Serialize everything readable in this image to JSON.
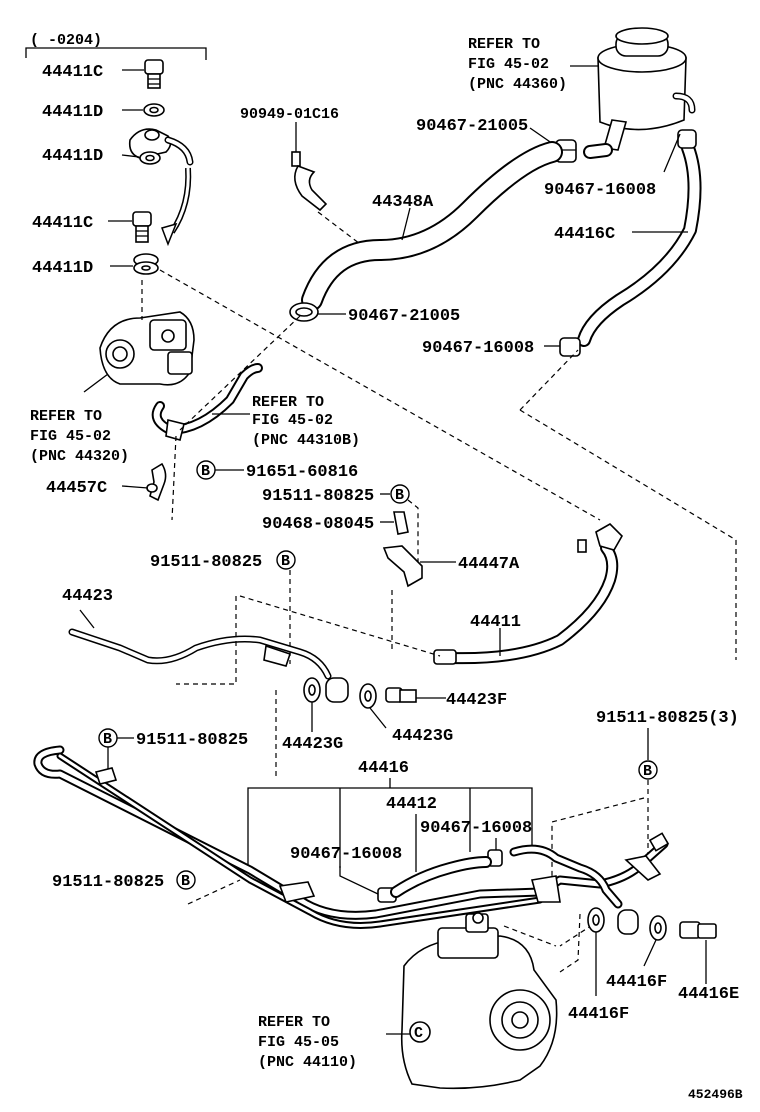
{
  "labels": {
    "date_range": "(   -0204)",
    "p44411C_a": "44411C",
    "p44411D_a": "44411D",
    "p44411D_b": "44411D",
    "p44411C_b": "44411C",
    "p44411D_c": "44411D",
    "refer_reservoir_1": "REFER TO",
    "refer_reservoir_2": "FIG 45-02",
    "refer_reservoir_3": "(PNC 44360)",
    "p90949": "90949-01C16",
    "p90467_21005_a": "90467-21005",
    "p90467_16008_a": "90467-16008",
    "p44348A": "44348A",
    "p44416C": "44416C",
    "p90467_21005_b": "90467-21005",
    "p90467_16008_b": "90467-16008",
    "refer_pump_1": "REFER TO",
    "refer_pump_2": "FIG 45-02",
    "refer_pump_3": "(PNC 44320)",
    "refer_pipe_1": "REFER TO",
    "refer_pipe_2": "FIG 45-02",
    "refer_pipe_3": "(PNC 44310B)",
    "p91651": "91651-60816",
    "p44457C": "44457C",
    "p91511_a": "91511-80825",
    "p90468": "90468-08045",
    "p44447A": "44447A",
    "p91511_b": "91511-80825",
    "p44423": "44423",
    "p44411": "44411",
    "p44423F": "44423F",
    "p44423G_a": "44423G",
    "p44423G_b": "44423G",
    "p91511_c": "91511-80825",
    "p91511_d": "91511-80825(3)",
    "p44416": "44416",
    "p44412": "44412",
    "p90467_16008_c": "90467-16008",
    "p90467_16008_d": "90467-16008",
    "p91511_e": "91511-80825",
    "refer_gear_1": "REFER TO",
    "refer_gear_2": "FIG 45-05",
    "refer_gear_3": "(PNC 44110)",
    "p44416F_a": "44416F",
    "p44416E": "44416E",
    "p44416F_b": "44416F",
    "drawing_no": "452496B"
  },
  "markers": {
    "bolt_letter": "B"
  },
  "colors": {
    "ink": "#000000",
    "paper": "#ffffff"
  }
}
